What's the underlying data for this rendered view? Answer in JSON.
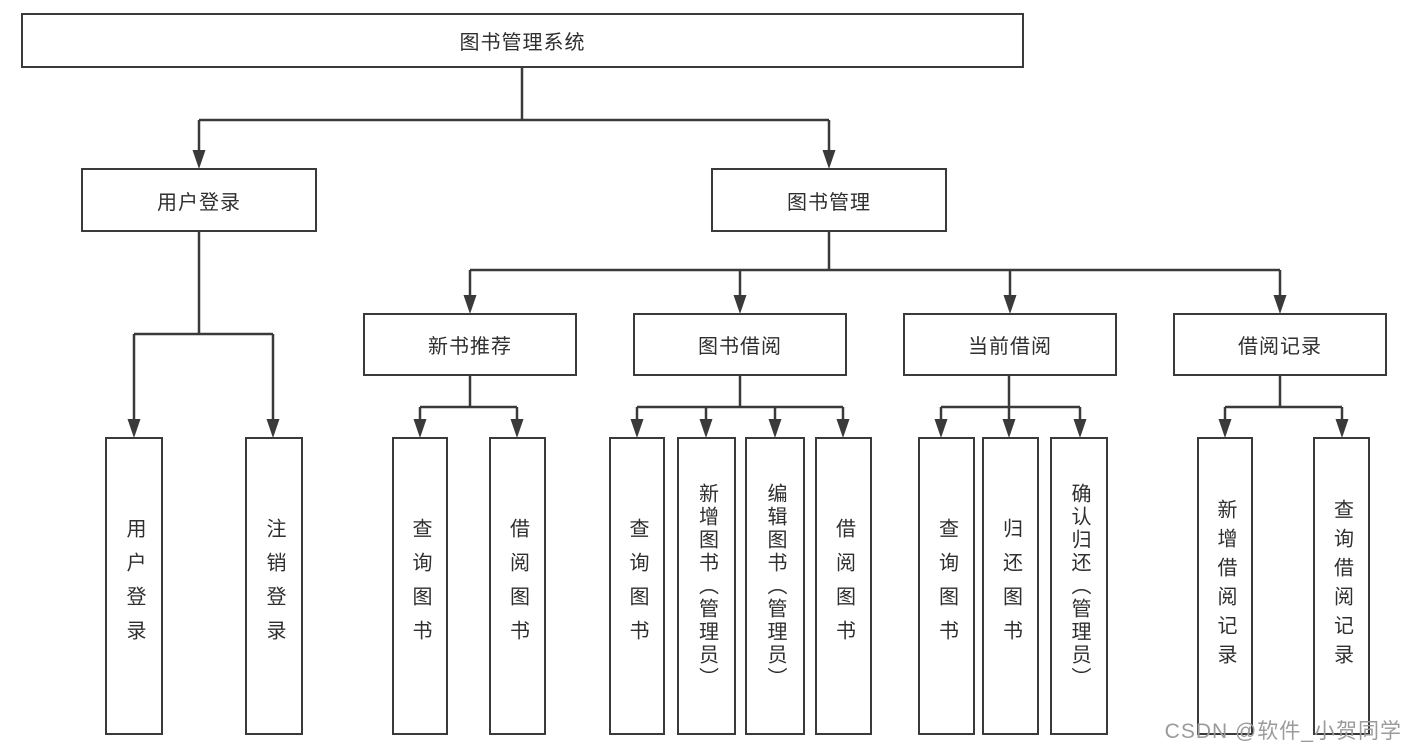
{
  "diagram": {
    "root": {
      "label": "图书管理系统",
      "children": [
        {
          "label": "用户登录",
          "children": [
            {
              "label": "用户登录"
            },
            {
              "label": "注销登录"
            }
          ]
        },
        {
          "label": "图书管理",
          "children": [
            {
              "label": "新书推荐",
              "children": [
                {
                  "label": "查询图书"
                },
                {
                  "label": "借阅图书"
                }
              ]
            },
            {
              "label": "图书借阅",
              "children": [
                {
                  "label": "查询图书"
                },
                {
                  "label": "新增图书（管理员）"
                },
                {
                  "label": "编辑图书（管理员）"
                },
                {
                  "label": "借阅图书"
                }
              ]
            },
            {
              "label": "当前借阅",
              "children": [
                {
                  "label": "查询图书"
                },
                {
                  "label": "归还图书"
                },
                {
                  "label": "确认归还（管理员）"
                }
              ]
            },
            {
              "label": "借阅记录",
              "children": [
                {
                  "label": "新增借阅记录"
                },
                {
                  "label": "查询借阅记录"
                }
              ]
            }
          ]
        }
      ]
    },
    "watermark": "CSDN @软件_小贺同学",
    "colors": {
      "line": "#3a3a3a",
      "border": "#3a3a3a",
      "text": "#2f2f2f",
      "watermark": "#9b9b9b",
      "background": "#ffffff"
    }
  }
}
